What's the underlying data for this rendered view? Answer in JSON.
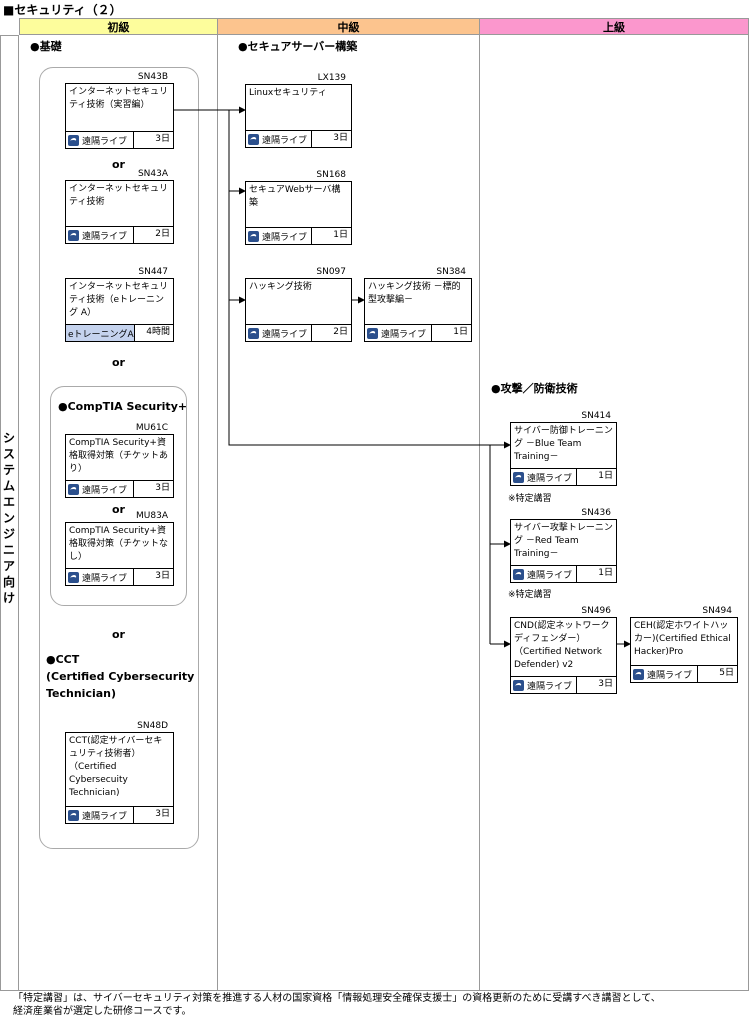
{
  "title": "■セキュリティ（２）",
  "headers": {
    "basic": "初級",
    "intermediate": "中級",
    "advanced": "上級"
  },
  "colors": {
    "basic": "#fdfd9c",
    "intermediate": "#fcc48e",
    "advanced": "#fb97cd"
  },
  "side_label": "システムエンジニア向け",
  "sections": {
    "kiso": "●基礎",
    "comptia": "●CompTIA Security+",
    "cct": "●CCT\n(Certified Cybersecurity\nTechnician)",
    "secure_server": "●セキュアサーバー構築",
    "attack_defense": "●攻撃／防衛技術"
  },
  "or_label": "or",
  "special_note": "※特定講習",
  "courses": {
    "sn43b": {
      "code": "SN43B",
      "title": "インターネットセキュリティ技術（実習編）",
      "format": "遠隔ライブ",
      "duration": "3日"
    },
    "sn43a": {
      "code": "SN43A",
      "title": "インターネットセキュリティ技術",
      "format": "遠隔ライブ",
      "duration": "2日"
    },
    "sn447": {
      "code": "SN447",
      "title": "インターネットセキュリティ技術（eトレーニング A）",
      "format": "eトレーニングA",
      "duration": "4時間"
    },
    "mu61c": {
      "code": "MU61C",
      "title": "CompTIA Security+資格取得対策（チケットあり）",
      "format": "遠隔ライブ",
      "duration": "3日"
    },
    "mu83a": {
      "code": "MU83A",
      "title": "CompTIA Security+資格取得対策（チケットなし）",
      "format": "遠隔ライブ",
      "duration": "3日"
    },
    "sn48d": {
      "code": "SN48D",
      "title": "CCT(認定サイバーセキュリティ技術者）（Certified Cybersecuity Technician)",
      "format": "遠隔ライブ",
      "duration": "3日"
    },
    "lx139": {
      "code": "LX139",
      "title": "Linuxセキュリティ",
      "format": "遠隔ライブ",
      "duration": "3日"
    },
    "sn168": {
      "code": "SN168",
      "title": "セキュアWebサーバ構築",
      "format": "遠隔ライブ",
      "duration": "1日"
    },
    "sn097": {
      "code": "SN097",
      "title": "ハッキング技術",
      "format": "遠隔ライブ",
      "duration": "2日"
    },
    "sn384": {
      "code": "SN384",
      "title": "ハッキング技術 －標的型攻撃編－",
      "format": "遠隔ライブ",
      "duration": "1日"
    },
    "sn414": {
      "code": "SN414",
      "title": "サイバー防御トレーニング －Blue Team Training－",
      "format": "遠隔ライブ",
      "duration": "1日"
    },
    "sn436": {
      "code": "SN436",
      "title": "サイバー攻撃トレーニング －Red Team Training－",
      "format": "遠隔ライブ",
      "duration": "1日"
    },
    "sn496": {
      "code": "SN496",
      "title": "CND(認定ネットワークディフェンダー）（Certified Network Defender) v2",
      "format": "遠隔ライブ",
      "duration": "3日"
    },
    "sn494": {
      "code": "SN494",
      "title": "CEH(認定ホワイトハッカー)(Certified Ethical Hacker)Pro",
      "format": "遠隔ライブ",
      "duration": "5日"
    }
  },
  "footnote": "「特定講習」は、サイバーセキュリティ対策を推進する人材の国家資格「情報処理安全確保支援士」の資格更新のために受講すべき講習として、\n経済産業省が選定した研修コースです。"
}
